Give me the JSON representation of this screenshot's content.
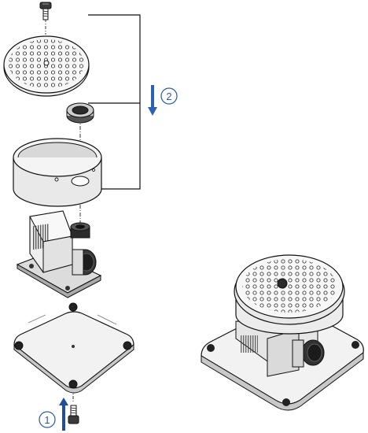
{
  "diagram": {
    "steps": [
      {
        "number": "1",
        "direction": "up",
        "color": "#1f4f9a"
      },
      {
        "number": "2",
        "direction": "down",
        "color": "#2a63b3"
      }
    ],
    "parts": [
      "top-screw",
      "perforated-cover",
      "collar-ring",
      "cylindrical-housing",
      "pump-unit",
      "base-plate",
      "bottom-screw"
    ],
    "views": [
      "exploded-view",
      "assembled-view"
    ],
    "colors": {
      "line": "#111111",
      "light-gray": "#e6e6e6",
      "mid-gray": "#bdbdbd",
      "dark": "#2b2b2b",
      "accent": "#2a63b3"
    }
  }
}
